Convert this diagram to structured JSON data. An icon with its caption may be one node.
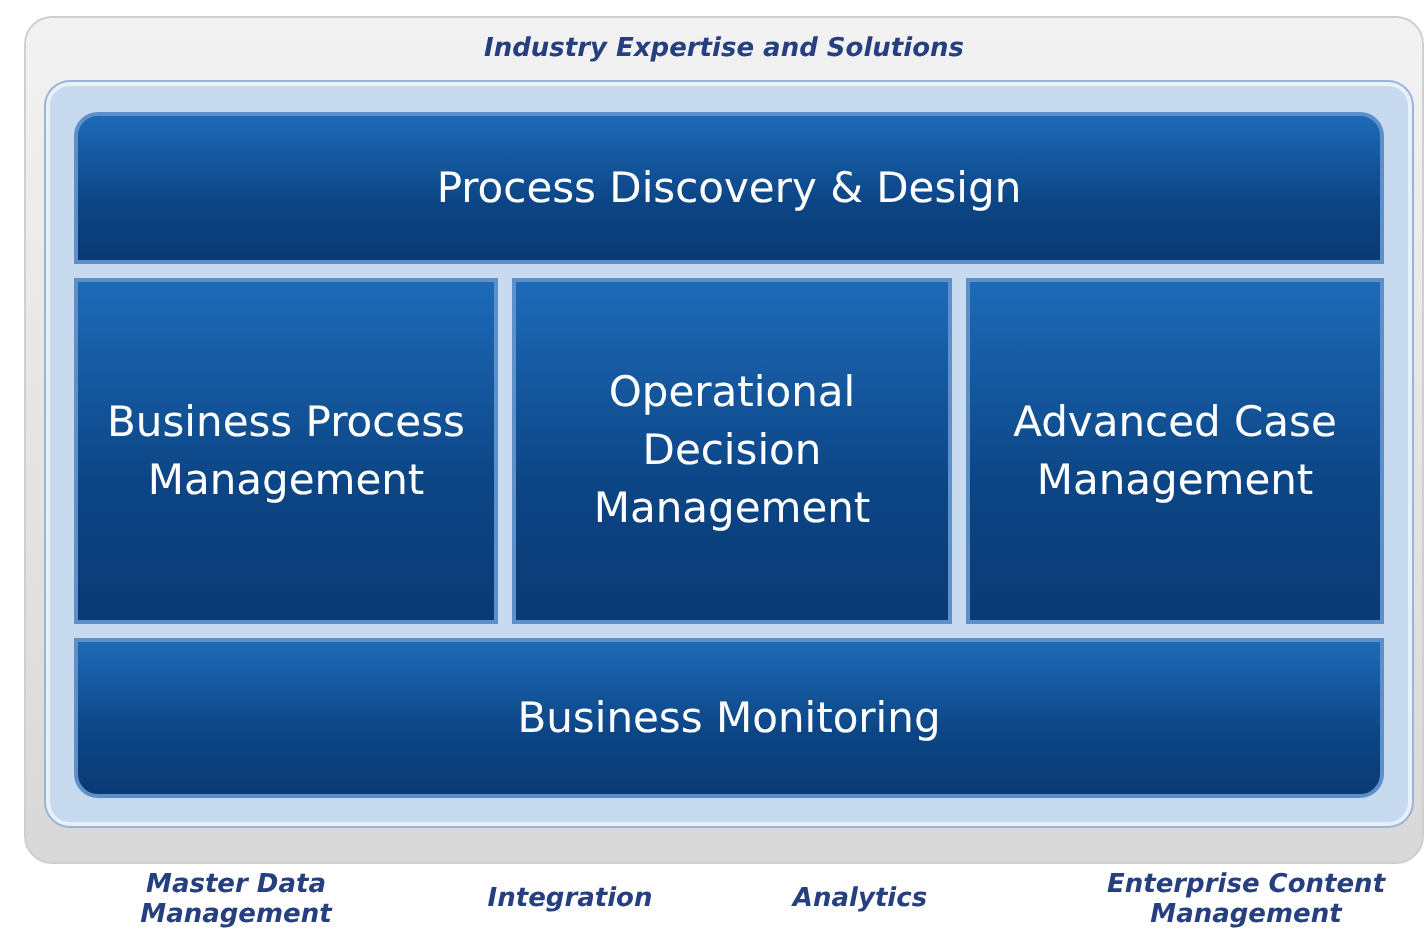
{
  "diagram": {
    "nodes": [
      {
        "text": [
          "Industry Expertise and Solutions"
        ]
      },
      {
        "text": [
          "Process Discovery & Design"
        ],
        "in": 0
      },
      {
        "text": [
          "Business Process Management"
        ],
        "in": 0
      },
      {
        "text": [
          "Operational Decision Management"
        ],
        "in": 0
      },
      {
        "text": [
          "Advanced Case Management"
        ],
        "in": 0
      },
      {
        "text": [
          "Business Monitoring"
        ],
        "in": 0
      }
    ],
    "edges": [],
    "labels": [
      "Master Data Management",
      "Integration",
      "Analytics",
      "Enterprise Content Management"
    ]
  }
}
